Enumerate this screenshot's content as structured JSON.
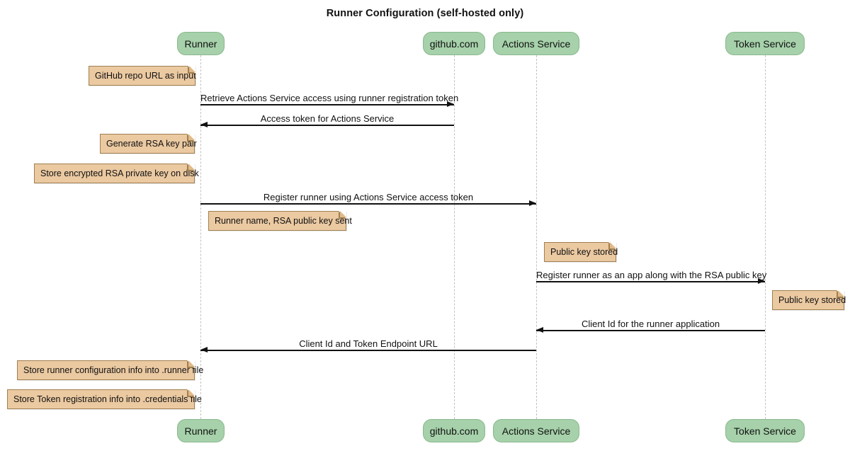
{
  "title": "Runner Configuration (self-hosted only)",
  "participants": [
    {
      "name": "Runner"
    },
    {
      "name": "github.com"
    },
    {
      "name": "Actions Service"
    },
    {
      "name": "Token Service"
    }
  ],
  "messages": [
    {
      "from": "Runner",
      "to": "github.com",
      "text": "Retrieve Actions Service access using runner registration token"
    },
    {
      "from": "github.com",
      "to": "Runner",
      "text": "Access token for Actions Service"
    },
    {
      "from": "Runner",
      "to": "Actions Service",
      "text": "Register runner using Actions Service access token"
    },
    {
      "from": "Actions Service",
      "to": "Token Service",
      "text": "Register runner as an app along with the RSA public key"
    },
    {
      "from": "Token Service",
      "to": "Actions Service",
      "text": "Client Id for the runner application"
    },
    {
      "from": "Actions Service",
      "to": "Runner",
      "text": "Client Id and Token Endpoint URL"
    }
  ],
  "notes": [
    {
      "text": "GitHub repo URL as input",
      "position": "left of Runner"
    },
    {
      "text": "Generate RSA key pair",
      "position": "left of Runner"
    },
    {
      "text": "Store encrypted RSA private key on disk",
      "position": "left of Runner"
    },
    {
      "text": "Runner name, RSA public key sent",
      "position": "right of Runner"
    },
    {
      "text": "Public key stored",
      "position": "right of Actions Service"
    },
    {
      "text": "Public key stored",
      "position": "right of Token Service"
    },
    {
      "text": "Store runner configuration info into .runner file",
      "position": "left of Runner"
    },
    {
      "text": "Store Token registration info into .credentials file",
      "position": "left of Runner"
    }
  ],
  "colors": {
    "background": "#ffffff",
    "participant_fill": "#a6d1aa",
    "participant_border": "#8bb98f",
    "note_fill": "#ebc9a1",
    "note_border": "#9f8050",
    "lifeline": "#c2c2c2",
    "arrow": "#111111"
  }
}
